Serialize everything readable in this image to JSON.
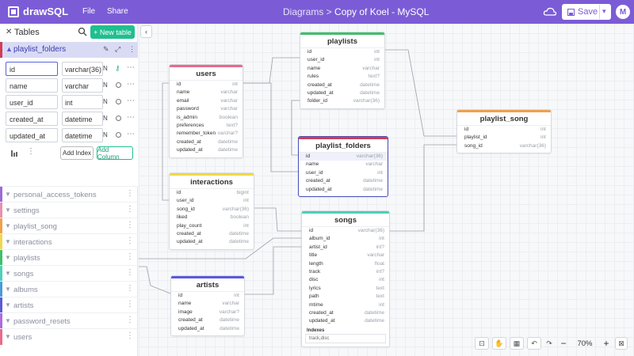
{
  "app": {
    "name": "drawSQL",
    "menu": [
      "File",
      "Share"
    ]
  },
  "breadcrumb": {
    "parent": "Diagrams >",
    "current": "Copy of Koel - MySQL"
  },
  "toolbar": {
    "save_label": "Save",
    "avatar_initial": "M"
  },
  "sidebar": {
    "title": "Tables",
    "new_table_label": "+ New table",
    "active_table": {
      "name": "playlist_folders",
      "fields": [
        {
          "name": "id",
          "type": "varchar(36)",
          "nullable": "N",
          "key": true
        },
        {
          "name": "name",
          "type": "varchar",
          "nullable": "N",
          "key": false
        },
        {
          "name": "user_id",
          "type": "int",
          "nullable": "N",
          "key": false
        },
        {
          "name": "created_at",
          "type": "datetime",
          "nullable": "N",
          "key": false
        },
        {
          "name": "updated_at",
          "type": "datetime",
          "nullable": "N",
          "key": false
        }
      ],
      "add_index_label": "Add Index",
      "add_column_label": "Add Column"
    },
    "tables": [
      {
        "name": "personal_access_tokens",
        "color": "#9b6bd6"
      },
      {
        "name": "settings",
        "color": "#e88fb0"
      },
      {
        "name": "playlist_song",
        "color": "#f0a04b"
      },
      {
        "name": "interactions",
        "color": "#f0d84b"
      },
      {
        "name": "playlists",
        "color": "#3fbf6a"
      },
      {
        "name": "songs",
        "color": "#4bd1b8"
      },
      {
        "name": "albums",
        "color": "#4b9bd8"
      },
      {
        "name": "artists",
        "color": "#5a5ad8"
      },
      {
        "name": "password_resets",
        "color": "#b06bd8"
      },
      {
        "name": "users",
        "color": "#e86b8a"
      }
    ]
  },
  "canvas": {
    "tables": [
      {
        "name": "users",
        "color": "#e86b8a",
        "rows": [
          [
            "id",
            "int"
          ],
          [
            "name",
            "varchar"
          ],
          [
            "email",
            "varchar"
          ],
          [
            "password",
            "varchar"
          ],
          [
            "is_admin",
            "boolean"
          ],
          [
            "preferences",
            "text?"
          ],
          [
            "remember_token",
            "varchar?"
          ],
          [
            "created_at",
            "datetime"
          ],
          [
            "updated_at",
            "datetime"
          ]
        ]
      },
      {
        "name": "playlists",
        "color": "#3fbf6a",
        "rows": [
          [
            "id",
            "int"
          ],
          [
            "user_id",
            "int"
          ],
          [
            "name",
            "varchar"
          ],
          [
            "rules",
            "text?"
          ],
          [
            "created_at",
            "datetime"
          ],
          [
            "updated_at",
            "datetime"
          ],
          [
            "folder_id",
            "varchar(36)"
          ]
        ]
      },
      {
        "name": "playlist_song",
        "color": "#f0a04b",
        "rows": [
          [
            "id",
            "int"
          ],
          [
            "playlist_id",
            "int"
          ],
          [
            "song_id",
            "varchar(36)"
          ]
        ]
      },
      {
        "name": "playlist_folders",
        "color": "#cf3e55",
        "rows": [
          [
            "id",
            "varchar(36)"
          ],
          [
            "name",
            "varchar"
          ],
          [
            "user_id",
            "int"
          ],
          [
            "created_at",
            "datetime"
          ],
          [
            "updated_at",
            "datetime"
          ]
        ]
      },
      {
        "name": "interactions",
        "color": "#f0d84b",
        "rows": [
          [
            "id",
            "bigint"
          ],
          [
            "user_id",
            "int"
          ],
          [
            "song_id",
            "varchar(36)"
          ],
          [
            "liked",
            "boolean"
          ],
          [
            "play_count",
            "int"
          ],
          [
            "created_at",
            "datetime"
          ],
          [
            "updated_at",
            "datetime"
          ]
        ]
      },
      {
        "name": "songs",
        "color": "#4bd1b8",
        "rows": [
          [
            "id",
            "varchar(36)"
          ],
          [
            "album_id",
            "int"
          ],
          [
            "artist_id",
            "int?"
          ],
          [
            "title",
            "varchar"
          ],
          [
            "length",
            "float"
          ],
          [
            "track",
            "int?"
          ],
          [
            "disc",
            "int"
          ],
          [
            "lyrics",
            "text"
          ],
          [
            "path",
            "text"
          ],
          [
            "mtime",
            "int"
          ],
          [
            "created_at",
            "datetime"
          ],
          [
            "updated_at",
            "datetime"
          ]
        ],
        "indexes_label": "Indexes",
        "index": "track,disc"
      },
      {
        "name": "artists",
        "color": "#5a5ad8",
        "rows": [
          [
            "id",
            "int"
          ],
          [
            "name",
            "varchar"
          ],
          [
            "image",
            "varchar?"
          ],
          [
            "created_at",
            "datetime"
          ],
          [
            "updated_at",
            "datetime"
          ]
        ]
      }
    ]
  },
  "zoom": {
    "value": "70%",
    "minus": "−",
    "plus": "+"
  },
  "colors": {
    "brand": "#7b5cd6",
    "accent": "#1fbf8f"
  }
}
